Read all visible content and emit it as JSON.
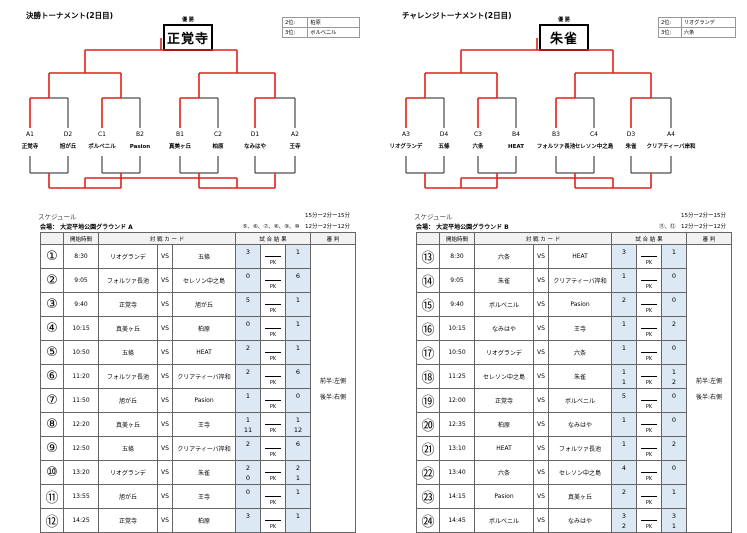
{
  "left": {
    "title": "決勝トーナメント(2日目)",
    "champ_header": "優 勝",
    "champion": "正覚寺",
    "ranks": [
      {
        "pos": "2位:",
        "team": "柏原"
      },
      {
        "pos": "3位:",
        "team": "ボルベニル"
      }
    ],
    "slots": [
      "A1",
      "D2",
      "C1",
      "B2",
      "B1",
      "C2",
      "D1",
      "A2"
    ],
    "teams": [
      "正覚寺",
      "旭が丘",
      "ボルベニル",
      "Pasion",
      "真美ヶ丘",
      "柏原",
      "なみはや",
      "王寺"
    ],
    "schedule_label": "スケジュール",
    "times_note": "15分ー2分ー15分",
    "venue": "会場： 大淀平地公園グラウンド A",
    "order_note": "⑤、⑥、⑦、⑧、⑨、⑩　12分ー2分ー12分",
    "headers": [
      "開始時間",
      "対 戦 カ ー ド",
      "試 合 結 果",
      "審 判"
    ],
    "referee": [
      "前半:左側",
      "後半:右側"
    ],
    "matches": [
      {
        "n": "①",
        "time": "8:30",
        "home": "リオグランデ",
        "away": "五條",
        "hs": "3",
        "as": "1",
        "hs2": "",
        "as2": ""
      },
      {
        "n": "②",
        "time": "9:05",
        "home": "フォルツァ長池",
        "away": "セレソン中之島",
        "hs": "0",
        "as": "6",
        "hs2": "",
        "as2": ""
      },
      {
        "n": "③",
        "time": "9:40",
        "home": "正覚寺",
        "away": "旭が丘",
        "hs": "5",
        "as": "1",
        "hs2": "",
        "as2": ""
      },
      {
        "n": "④",
        "time": "10:15",
        "home": "真美ヶ丘",
        "away": "柏原",
        "hs": "0",
        "as": "1",
        "hs2": "",
        "as2": ""
      },
      {
        "n": "⑤",
        "time": "10:50",
        "home": "五條",
        "away": "HEAT",
        "hs": "2",
        "as": "1",
        "hs2": "",
        "as2": ""
      },
      {
        "n": "⑥",
        "time": "11:20",
        "home": "フォルツァ長池",
        "away": "クリアティーバ岸和",
        "hs": "2",
        "as": "6",
        "hs2": "",
        "as2": ""
      },
      {
        "n": "⑦",
        "time": "11:50",
        "home": "旭が丘",
        "away": "Pasion",
        "hs": "1",
        "as": "0",
        "hs2": "",
        "as2": ""
      },
      {
        "n": "⑧",
        "time": "12:20",
        "home": "真美ヶ丘",
        "away": "王寺",
        "hs": "1",
        "as": "1",
        "hs2": "11",
        "as2": "12"
      },
      {
        "n": "⑨",
        "time": "12:50",
        "home": "五條",
        "away": "クリアティーバ岸和",
        "hs": "2",
        "as": "6",
        "hs2": "",
        "as2": ""
      },
      {
        "n": "⑩",
        "time": "13:20",
        "home": "リオグランデ",
        "away": "朱雀",
        "hs": "2",
        "as": "2",
        "hs2": "0",
        "as2": "1"
      },
      {
        "n": "⑪",
        "time": "13:55",
        "home": "旭が丘",
        "away": "王寺",
        "hs": "0",
        "as": "1",
        "hs2": "",
        "as2": ""
      },
      {
        "n": "⑫",
        "time": "14:25",
        "home": "正覚寺",
        "away": "柏原",
        "hs": "3",
        "as": "1",
        "hs2": "",
        "as2": ""
      }
    ]
  },
  "right": {
    "title": "チャレンジトーナメント(2日目)",
    "champ_header": "優 勝",
    "champion": "朱雀",
    "ranks": [
      {
        "pos": "2位:",
        "team": "リオグランデ"
      },
      {
        "pos": "3位:",
        "team": "六条"
      }
    ],
    "slots": [
      "A3",
      "D4",
      "C3",
      "B4",
      "B3",
      "C4",
      "D3",
      "A4"
    ],
    "teams": [
      "リオグランデ",
      "五條",
      "六条",
      "HEAT",
      "フォルツァ長池",
      "セレソン中之島",
      "朱雀",
      "クリアティーバ岸和"
    ],
    "schedule_label": "スケジュール",
    "times_note": "15分ー2分ー15分",
    "venue": "会場： 大淀平地公園グラウンド B",
    "order_note": "⑪、⑫　12分ー2分ー12分",
    "headers": [
      "開始時間",
      "対 戦 カ ー ド",
      "試 合 結 果",
      "審 判"
    ],
    "referee": [
      "前半:左側",
      "後半:右側"
    ],
    "matches": [
      {
        "n": "⑬",
        "time": "8:30",
        "home": "六条",
        "away": "HEAT",
        "hs": "3",
        "as": "1",
        "hs2": "",
        "as2": ""
      },
      {
        "n": "⑭",
        "time": "9:05",
        "home": "朱雀",
        "away": "クリアティーバ岸和",
        "hs": "1",
        "as": "0",
        "hs2": "",
        "as2": ""
      },
      {
        "n": "⑮",
        "time": "9:40",
        "home": "ボルベニル",
        "away": "Pasion",
        "hs": "2",
        "as": "0",
        "hs2": "",
        "as2": ""
      },
      {
        "n": "⑯",
        "time": "10:15",
        "home": "なみはや",
        "away": "王寺",
        "hs": "1",
        "as": "2",
        "hs2": "",
        "as2": ""
      },
      {
        "n": "⑰",
        "time": "10:50",
        "home": "リオグランデ",
        "away": "六条",
        "hs": "1",
        "as": "0",
        "hs2": "",
        "as2": ""
      },
      {
        "n": "⑱",
        "time": "11:25",
        "home": "セレソン中之島",
        "away": "朱雀",
        "hs": "1",
        "as": "1",
        "hs2": "1",
        "as2": "2"
      },
      {
        "n": "⑲",
        "time": "12:00",
        "home": "正覚寺",
        "away": "ボルベニル",
        "hs": "5",
        "as": "0",
        "hs2": "",
        "as2": ""
      },
      {
        "n": "⑳",
        "time": "12:35",
        "home": "柏原",
        "away": "なみはや",
        "hs": "1",
        "as": "0",
        "hs2": "",
        "as2": ""
      },
      {
        "n": "㉑",
        "time": "13:10",
        "home": "HEAT",
        "away": "フォルツァ長池",
        "hs": "1",
        "as": "2",
        "hs2": "",
        "as2": ""
      },
      {
        "n": "㉒",
        "time": "13:40",
        "home": "六条",
        "away": "セレソン中之島",
        "hs": "4",
        "as": "0",
        "hs2": "",
        "as2": ""
      },
      {
        "n": "㉓",
        "time": "14:15",
        "home": "Pasion",
        "away": "真美ヶ丘",
        "hs": "2",
        "as": "1",
        "hs2": "",
        "as2": ""
      },
      {
        "n": "㉔",
        "time": "14:45",
        "home": "ボルベニル",
        "away": "なみはや",
        "hs": "3",
        "as": "3",
        "hs2": "2",
        "as2": "1"
      }
    ]
  }
}
